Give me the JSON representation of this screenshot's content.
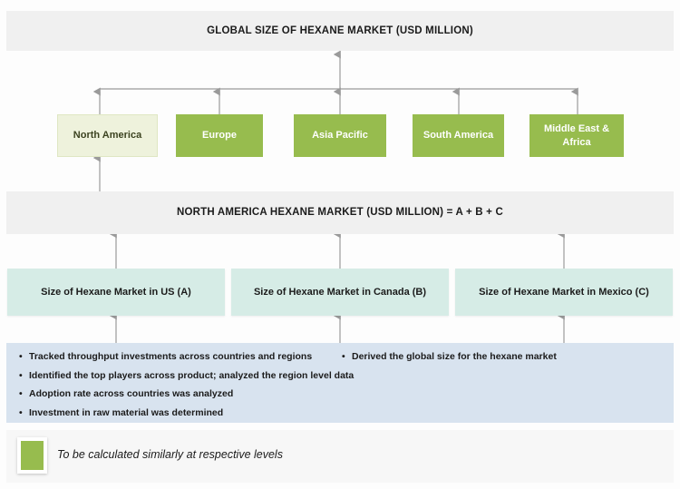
{
  "diagram": {
    "type": "market-sizing-flow-diagram",
    "accent_green": "#97bc4e",
    "pale_green": "#eef2dc",
    "teal": "#d6ece6",
    "notes_blue": "#d8e3ef",
    "band_gray": "#f0f0f0",
    "connector_gray": "#9a9a9a"
  },
  "global_band": {
    "title": "GLOBAL SIZE OF HEXANE MARKET (USD MILLION)"
  },
  "regions": [
    {
      "label": "North America",
      "style": "pale"
    },
    {
      "label": "Europe",
      "style": "green"
    },
    {
      "label": "Asia Pacific",
      "style": "green"
    },
    {
      "label": "South America",
      "style": "green"
    },
    {
      "label": "Middle East & Africa",
      "style": "green"
    }
  ],
  "north_america_band": {
    "title": "NORTH AMERICA HEXANE MARKET (USD MILLION) = A + B + C"
  },
  "countries": [
    {
      "label": "Size of Hexane Market in US (A)"
    },
    {
      "label": "Size of Hexane Market in Canada (B)"
    },
    {
      "label": "Size of Hexane Market in Mexico (C)"
    }
  ],
  "notes": {
    "bullet_glyph": "•",
    "left_column": [
      "Tracked throughput investments across countries and regions",
      "Identified the top players across product; analyzed  the region level data",
      "Adoption rate across countries was analyzed",
      "Investment in raw material was determined"
    ],
    "right_column": [
      "Derived the global size for the hexane market"
    ]
  },
  "legend": {
    "swatch_color": "#97bc4e",
    "text": "To be calculated similarly at respective levels"
  }
}
